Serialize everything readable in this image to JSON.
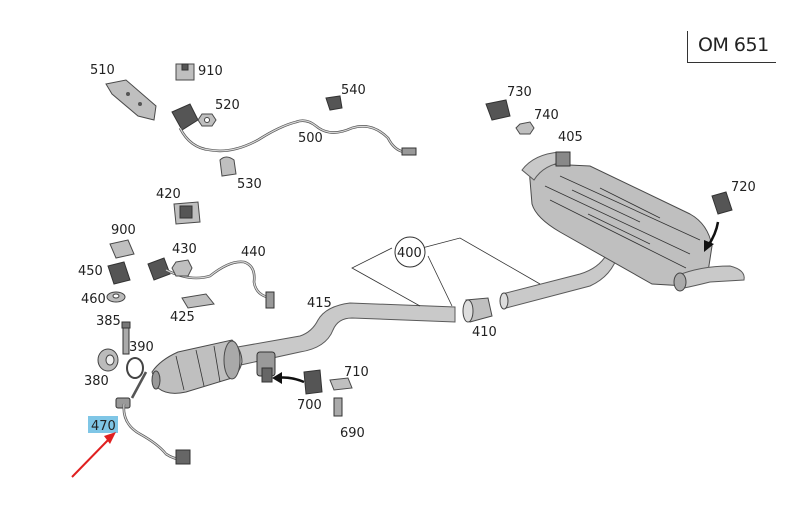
{
  "title": "OM 651",
  "labels": {
    "p510": "510",
    "p910": "910",
    "p520": "520",
    "p540": "540",
    "p500": "500",
    "p530": "530",
    "p730": "730",
    "p740": "740",
    "p405": "405",
    "p720": "720",
    "p420": "420",
    "p900": "900",
    "p430": "430",
    "p440": "440",
    "p450": "450",
    "p460": "460",
    "p425": "425",
    "p400": "400",
    "p415": "415",
    "p410": "410",
    "p385": "385",
    "p390": "390",
    "p380": "380",
    "p710": "710",
    "p700": "700",
    "p690": "690",
    "p470": "470"
  },
  "colors": {
    "highlight": "#7fc6e6",
    "arrow": "#e02020"
  }
}
